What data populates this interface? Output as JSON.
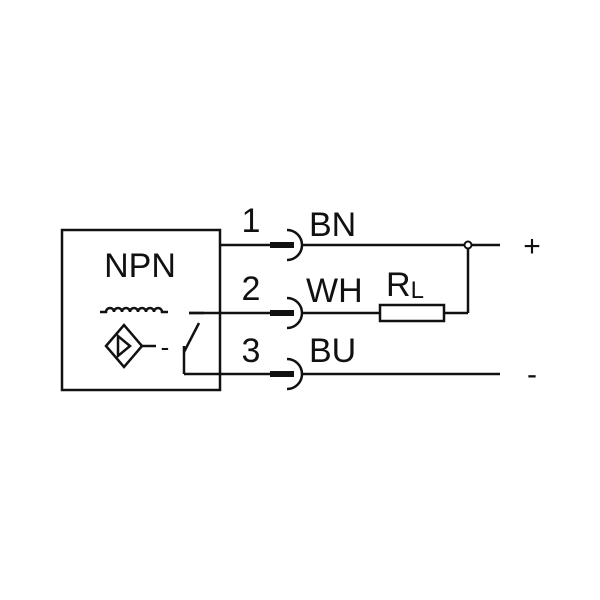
{
  "sensor": {
    "type_label": "NPN",
    "output_dash": "-"
  },
  "pins": [
    {
      "number": "1",
      "color": "BN"
    },
    {
      "number": "2",
      "color": "WH"
    },
    {
      "number": "3",
      "color": "BU"
    }
  ],
  "load": {
    "label_main": "R",
    "label_sub": "L"
  },
  "supply": {
    "plus": "+",
    "minus": "-"
  }
}
